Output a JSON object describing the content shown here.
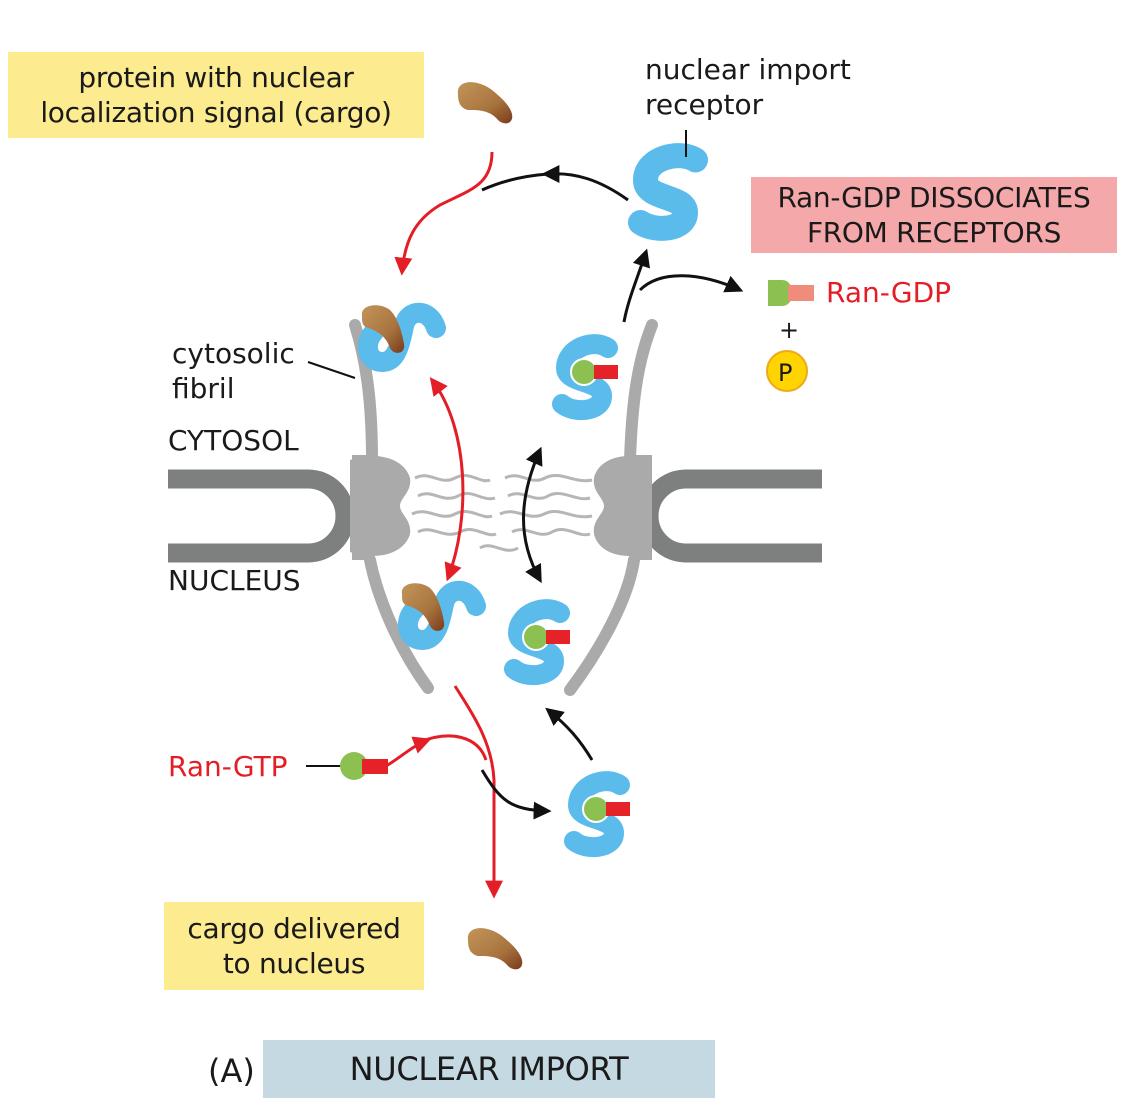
{
  "colors": {
    "cargo_box": "#fdeb90",
    "ran_gdp_box": "#f4a8aa",
    "title_box": "#c5d9e2",
    "receptor": "#5bbcec",
    "cargo": "#b8864d",
    "cargo_tip": "#7a3a1c",
    "ran": "#8cc152",
    "gtp": "#e52228",
    "gdp": "#f08c7a",
    "phosphate": "#ffd400",
    "pore": "#a9aaa9",
    "membrane": "#7e807f",
    "import_arrow": "#e41e26",
    "recycle_arrow": "#111111",
    "red_text": "#e41e26"
  },
  "labels": {
    "cargo_box": [
      "protein with nuclear",
      "localization signal (cargo)"
    ],
    "receptor": [
      "nuclear import",
      "receptor"
    ],
    "dissociation_box": [
      "Ran-GDP DISSOCIATES",
      "FROM RECEPTORS"
    ],
    "ran_gdp": "Ran-GDP",
    "plus": "+",
    "phosphate": "P",
    "cytosolic_fibril": [
      "cytosolic",
      "fibril"
    ],
    "cytosol": "CYTOSOL",
    "nucleus": "NUCLEUS",
    "ran_gtp": "Ran-GTP",
    "delivered_box": [
      "cargo delivered",
      "to nucleus"
    ],
    "panel": "(A)",
    "title": "NUCLEAR IMPORT"
  }
}
